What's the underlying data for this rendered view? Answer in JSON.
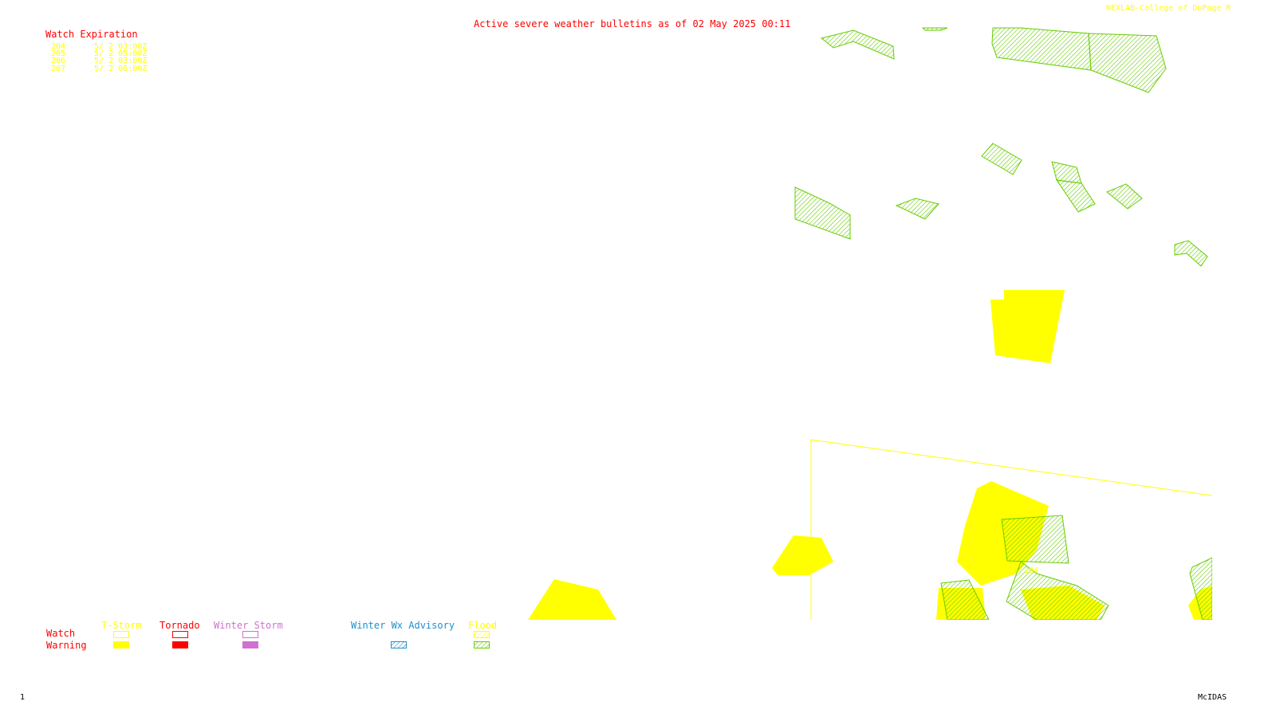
{
  "header": {
    "credit": "NEXLAB-College of DuPage R",
    "title": "Active severe weather bulletins as of 02 May 2025 00:11"
  },
  "watch_table": {
    "heading": "Watch Expiration",
    "rows": [
      {
        "id": "204",
        "expires": "5/ 2 03:00Z"
      },
      {
        "id": "205",
        "expires": "5/ 2 05:00Z"
      },
      {
        "id": "206",
        "expires": "5/ 2 03:00Z"
      },
      {
        "id": "207",
        "expires": "5/ 2 06:00Z"
      }
    ]
  },
  "map": {
    "watch_label": "204"
  },
  "legend": {
    "row_labels": {
      "watch": "Watch",
      "warning": "Warning"
    },
    "categories": [
      {
        "label": "T-Storm",
        "color": "#ffff00"
      },
      {
        "label": "Tornado",
        "color": "#ff0000"
      },
      {
        "label": "Winter Storm",
        "color": "#d070d0"
      },
      {
        "label": "Winter Wx Advisory",
        "color": "#1e90d0"
      },
      {
        "label": "Flood",
        "color": "#66cc00"
      }
    ]
  },
  "footer": {
    "frame_number": "1",
    "software": "McIDAS"
  },
  "colors": {
    "warning_fill": "#ffff00",
    "flood_hatch": "#66cc00",
    "label_red": "#ff0000",
    "label_yellow": "#ffff00",
    "background": "#ffffff"
  }
}
